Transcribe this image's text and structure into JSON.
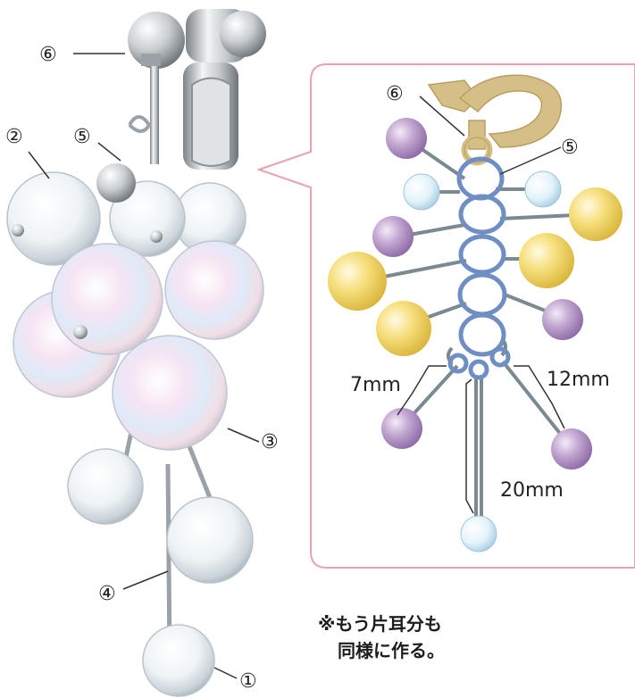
{
  "photo": {
    "markers": {
      "m6": "⑥",
      "m2": "②",
      "m5": "⑤",
      "m3": "③",
      "m4": "④",
      "m1": "①"
    }
  },
  "detail": {
    "markers": {
      "m6": "⑥",
      "m5": "⑤"
    },
    "dimensions": {
      "left": "7mm",
      "right": "12mm",
      "bottom": "20mm"
    }
  },
  "note": {
    "line1": "※もう片耳分も",
    "line2": "同様に作る。"
  },
  "colors": {
    "frame": "#e8a3ad",
    "ring": "#6f8fc4",
    "pin": "#7a8a90",
    "bead_purple": "#b79ac8",
    "bead_yellow": "#f1d56a",
    "bead_blue": "#d6ecf5",
    "clip_gold": "#d6bf86"
  }
}
